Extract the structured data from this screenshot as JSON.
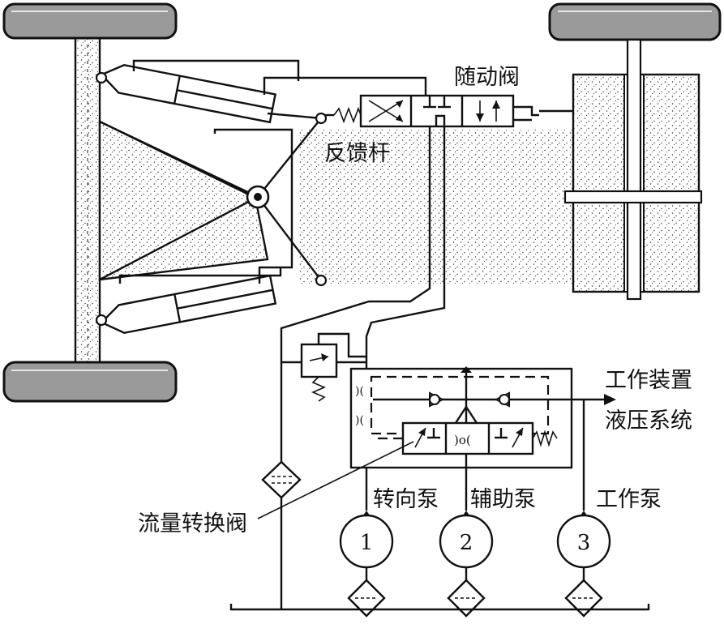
{
  "labels": {
    "follow_valve": "随动阀",
    "feedback_rod": "反馈杆",
    "work_device_line1": "工作装置",
    "work_device_line2": "液压系统",
    "flow_switch_valve": "流量转换阀",
    "steering_pump": "转向泵",
    "aux_pump": "辅助泵",
    "work_pump": "工作泵"
  },
  "pumps": [
    {
      "number": "1"
    },
    {
      "number": "2"
    },
    {
      "number": "3"
    }
  ]
}
